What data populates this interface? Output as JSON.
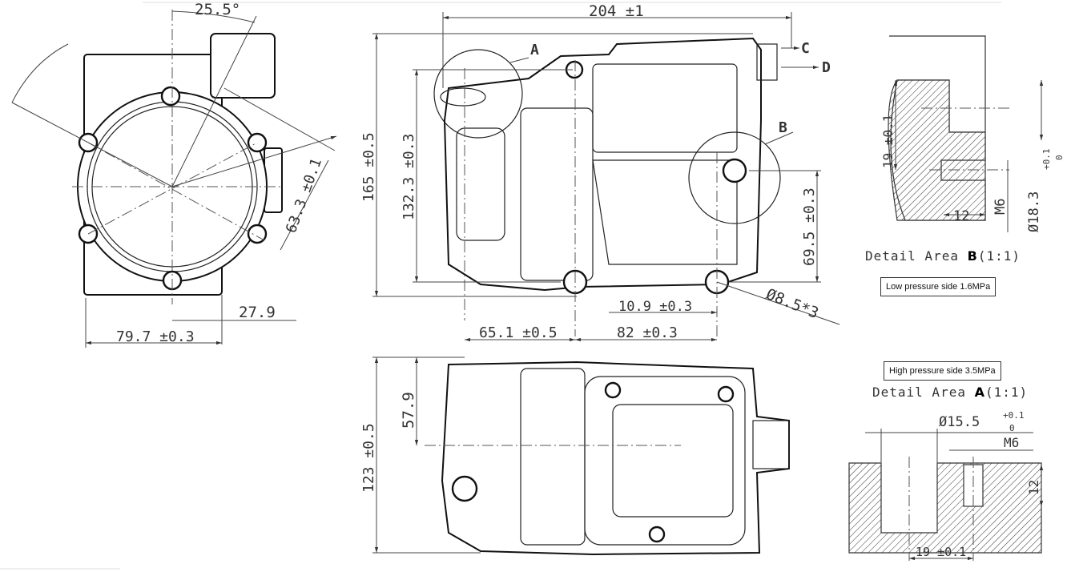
{
  "front_view": {
    "angle_label": "25.5°",
    "radius_label": "63.3 ±0.1",
    "offset_label": "27.9",
    "width_label": "79.7 ±0.3"
  },
  "side_view": {
    "overall_length": "204 ±1",
    "height_total": "165 ±0.5",
    "height_inner": "132.3 ±0.3",
    "mount_height": "69.5 ±0.3",
    "hole_label": "Ø8.5*3",
    "offset_small": "10.9 ±0.3",
    "pitch_left": "65.1 ±0.5",
    "pitch_right": "82 ±0.3",
    "callout_a": "A",
    "callout_b": "B",
    "callout_c": "C",
    "callout_d": "D"
  },
  "top_view": {
    "width_total": "123 ±0.5",
    "width_partial": "57.9"
  },
  "detail_b": {
    "title_prefix": "Detail Area",
    "title_letter": "B",
    "title_suffix": "(1:1)",
    "depth_label": "19 ±0.1",
    "thread_label": "M6",
    "thread_depth": "12",
    "bore_label": "Ø18.3",
    "bore_tol_upper": "+0.1",
    "bore_tol_lower": "0",
    "pressure_label": "Low pressure side 1.6MPa"
  },
  "detail_a": {
    "pressure_label": "High pressure side 3.5MPa",
    "title_prefix": "Detail Area",
    "title_letter": "A",
    "title_suffix": "(1:1)",
    "bore_label": "Ø15.5",
    "bore_tol_upper": "+0.1",
    "bore_tol_lower": "0",
    "thread_label": "M6",
    "thread_depth": "12",
    "depth_label": "19 ±0.1"
  }
}
